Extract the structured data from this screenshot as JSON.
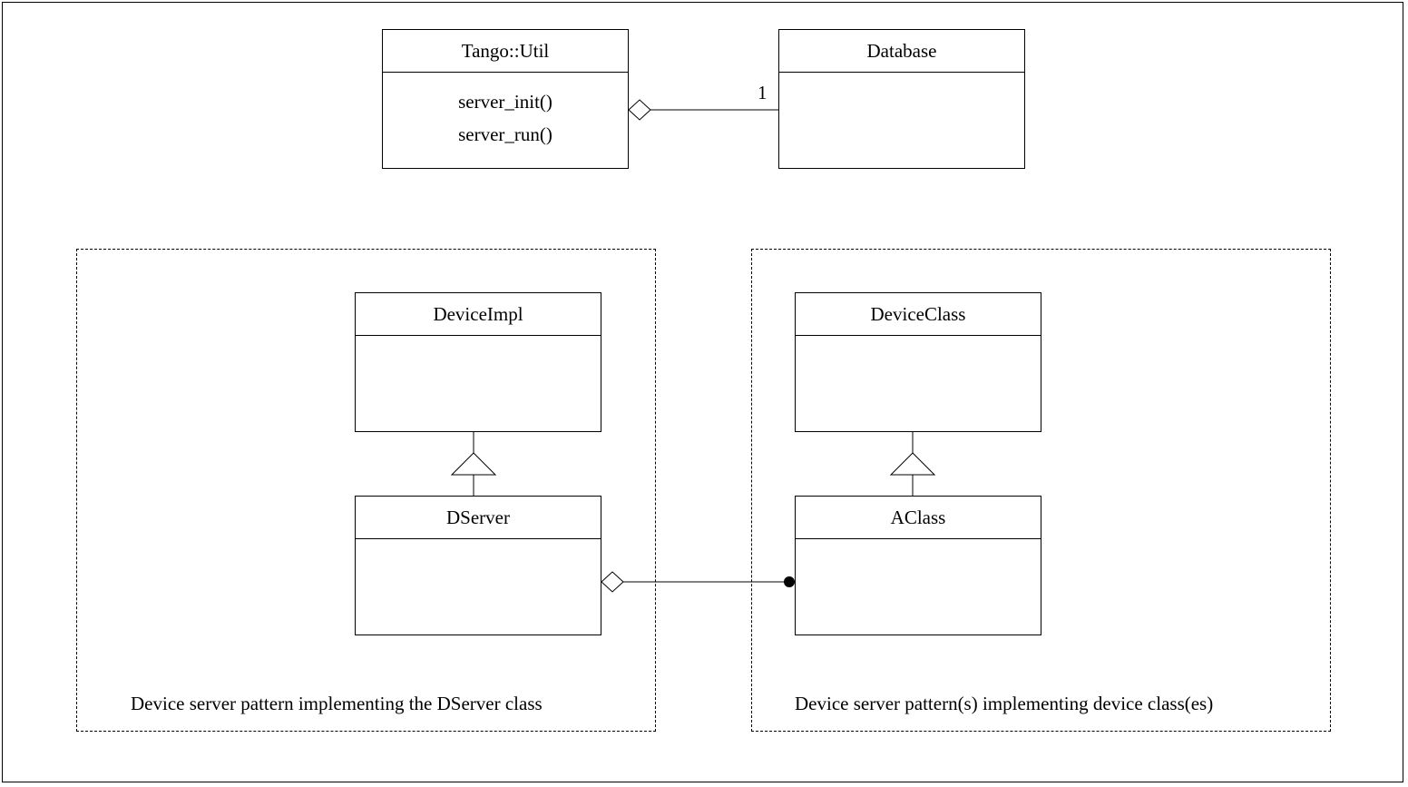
{
  "classes": {
    "tango_util": {
      "name": "Tango::Util",
      "operations": [
        "server_init()",
        "server_run()"
      ]
    },
    "database": {
      "name": "Database"
    },
    "device_impl": {
      "name": "DeviceImpl"
    },
    "dserver": {
      "name": "DServer"
    },
    "device_class": {
      "name": "DeviceClass"
    },
    "aclass": {
      "name": "AClass"
    }
  },
  "associations": {
    "util_database_multiplicity": "1"
  },
  "packages": {
    "dserver_pattern": {
      "caption": "Device server pattern implementing the DServer class"
    },
    "device_pattern": {
      "caption": "Device server pattern(s) implementing device class(es)"
    }
  }
}
